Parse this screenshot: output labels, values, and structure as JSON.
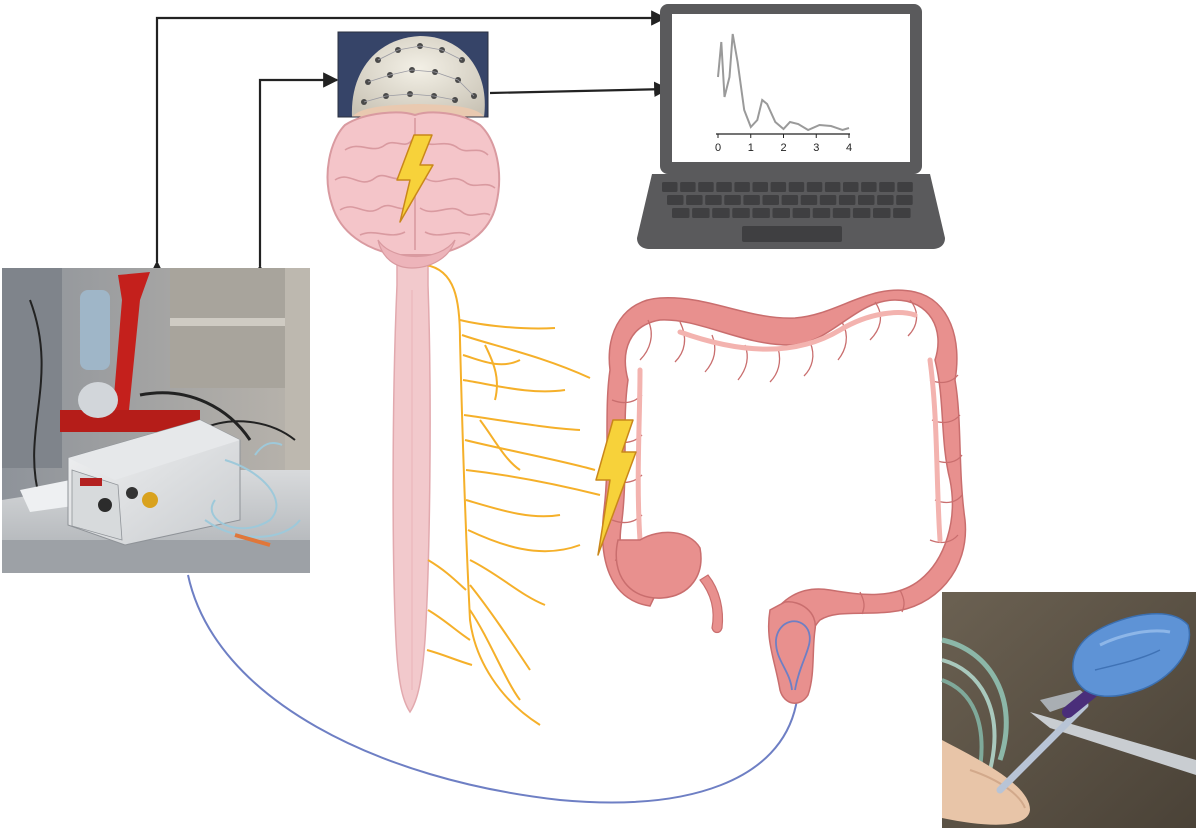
{
  "colors": {
    "arrow": "#222222",
    "nerve": "#F5B02A",
    "spine": "#F2C9CC",
    "brain": "#F4C5C9",
    "brain_outline": "#D99AA0",
    "colon": "#E8908E",
    "colon_dark": "#C96E6E",
    "bolt_fill": "#F7D23A",
    "bolt_stroke": "#C9871A",
    "catheter": "#6E7FC4",
    "laptop_body": "#5A5A5C",
    "laptop_screen": "#FFFFFF",
    "signal": "#9A9A9A"
  },
  "icons": {
    "brain": "brain-icon",
    "spinal_cord": "spinal-cord-icon",
    "colon": "colon-icon",
    "laptop": "laptop-icon",
    "stimulation": "lightning-bolt-icon"
  },
  "laptop_plot": {
    "x_ticks": [
      "0",
      "1",
      "2",
      "3",
      "4"
    ],
    "x_range": [
      0,
      4
    ],
    "signal": [
      [
        0.0,
        0.55
      ],
      [
        0.1,
        0.9
      ],
      [
        0.2,
        0.35
      ],
      [
        0.35,
        0.55
      ],
      [
        0.45,
        0.98
      ],
      [
        0.6,
        0.7
      ],
      [
        0.8,
        0.22
      ],
      [
        1.0,
        0.05
      ],
      [
        1.2,
        0.12
      ],
      [
        1.35,
        0.32
      ],
      [
        1.5,
        0.28
      ],
      [
        1.75,
        0.1
      ],
      [
        2.0,
        0.03
      ],
      [
        2.2,
        0.1
      ],
      [
        2.45,
        0.08
      ],
      [
        2.75,
        0.02
      ],
      [
        3.1,
        0.07
      ],
      [
        3.45,
        0.06
      ],
      [
        3.8,
        0.02
      ],
      [
        4.0,
        0.04
      ]
    ]
  }
}
